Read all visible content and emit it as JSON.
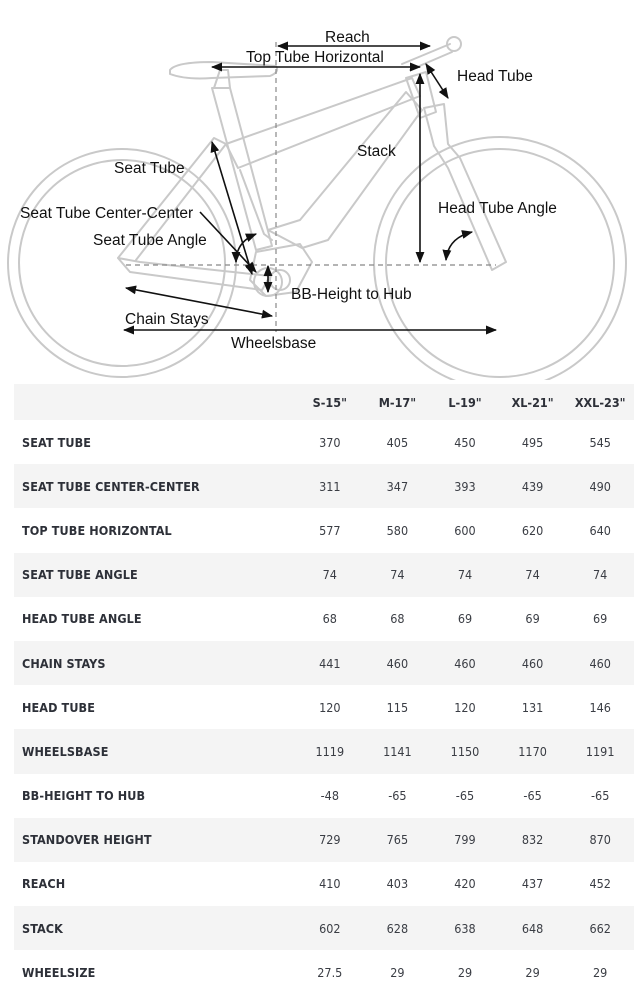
{
  "diagram": {
    "labels": {
      "reach": "Reach",
      "top_tube_horizontal": "Top Tube Horizontal",
      "head_tube": "Head Tube",
      "stack": "Stack",
      "seat_tube": "Seat Tube",
      "seat_tube_center_center": "Seat Tube Center-Center",
      "seat_tube_angle": "Seat Tube Angle",
      "head_tube_angle": "Head Tube Angle",
      "bb_height_to_hub": "BB-Height to Hub",
      "chain_stays": "Chain Stays",
      "wheelsbase": "Wheelsbase"
    }
  },
  "table": {
    "sizes": [
      "S-15\"",
      "M-17\"",
      "L-19\"",
      "XL-21\"",
      "XXL-23\""
    ],
    "rows": [
      {
        "name": "SEAT TUBE",
        "values": [
          "370",
          "405",
          "450",
          "495",
          "545"
        ]
      },
      {
        "name": "SEAT TUBE CENTER-CENTER",
        "values": [
          "311",
          "347",
          "393",
          "439",
          "490"
        ]
      },
      {
        "name": "TOP TUBE HORIZONTAL",
        "values": [
          "577",
          "580",
          "600",
          "620",
          "640"
        ]
      },
      {
        "name": "SEAT TUBE ANGLE",
        "values": [
          "74",
          "74",
          "74",
          "74",
          "74"
        ]
      },
      {
        "name": "HEAD TUBE ANGLE",
        "values": [
          "68",
          "68",
          "69",
          "69",
          "69"
        ]
      },
      {
        "name": "CHAIN STAYS",
        "values": [
          "441",
          "460",
          "460",
          "460",
          "460"
        ]
      },
      {
        "name": "HEAD TUBE",
        "values": [
          "120",
          "115",
          "120",
          "131",
          "146"
        ]
      },
      {
        "name": "WHEELSBASE",
        "values": [
          "1119",
          "1141",
          "1150",
          "1170",
          "1191"
        ]
      },
      {
        "name": "BB-HEIGHT TO HUB",
        "values": [
          "-48",
          "-65",
          "-65",
          "-65",
          "-65"
        ]
      },
      {
        "name": "STANDOVER HEIGHT",
        "values": [
          "729",
          "765",
          "799",
          "832",
          "870"
        ]
      },
      {
        "name": "REACH",
        "values": [
          "410",
          "403",
          "420",
          "437",
          "452"
        ]
      },
      {
        "name": "STACK",
        "values": [
          "602",
          "628",
          "638",
          "648",
          "662"
        ]
      },
      {
        "name": "WHEELSIZE",
        "values": [
          "27.5",
          "29",
          "29",
          "29",
          "29"
        ]
      }
    ]
  }
}
